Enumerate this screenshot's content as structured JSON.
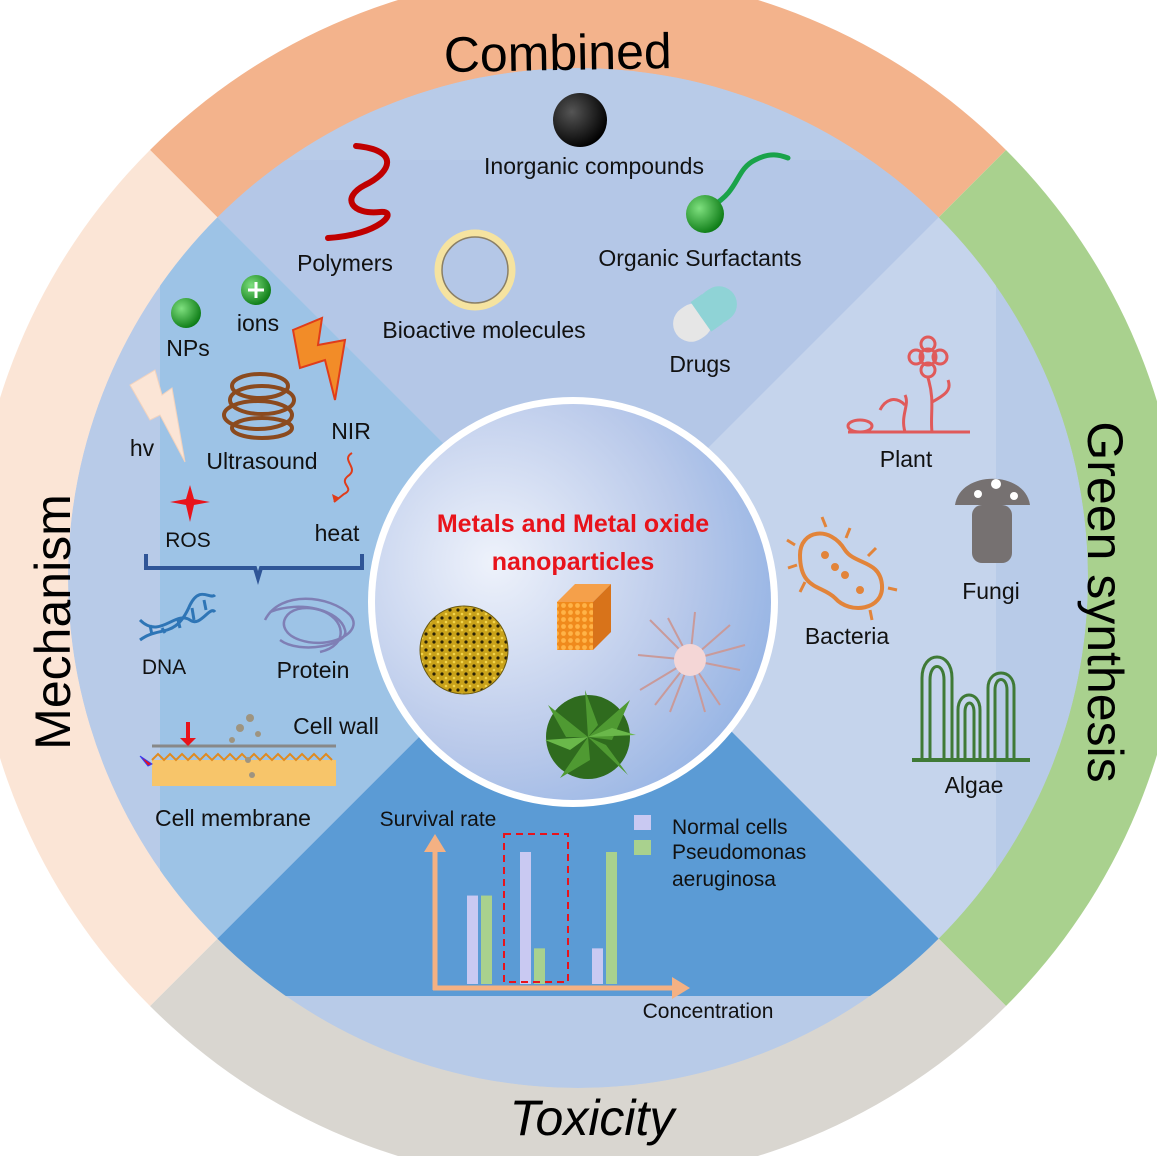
{
  "center": {
    "line1": "Metals and Metal oxide",
    "line2": "nanoparticles"
  },
  "ring": {
    "top": "Combined",
    "right": "Green synthesis",
    "bottom": "Toxicity",
    "left": "Mechanism"
  },
  "combined": {
    "inorganic": "Inorganic compounds",
    "polymers": "Polymers",
    "surfactants": "Organic  Surfactants",
    "bioactive": "Bioactive molecules",
    "drugs": "Drugs"
  },
  "green": {
    "plant": "Plant",
    "fungi": "Fungi",
    "bacteria": "Bacteria",
    "algae": "Algae"
  },
  "mechanism": {
    "nps": "NPs",
    "ions": "ions",
    "hv": "hv",
    "nir": "NIR",
    "ultrasound": "Ultrasound",
    "ros": "ROS",
    "heat": "heat",
    "dna": "DNA",
    "protein": "Protein",
    "cell_wall": "Cell wall",
    "cell_membrane": "Cell membrane"
  },
  "toxicity": {
    "ylabel": "Survival rate",
    "xlabel": "Concentration",
    "legend": [
      "Normal cells",
      "Pseudomonas",
      "aeruginosa"
    ]
  },
  "chart_data": {
    "type": "bar",
    "xlabel": "Concentration",
    "ylabel": "Survival rate",
    "series": [
      {
        "name": "Normal cells",
        "color": "#c9c9f2",
        "values": [
          0.67,
          1.0,
          0.27
        ]
      },
      {
        "name": "Pseudomonas aeruginosa",
        "color": "#a9d18e",
        "values": [
          0.67,
          0.27,
          1.0
        ]
      }
    ],
    "highlight_group": 1
  },
  "colors": {
    "combined_ring": "#f3b38c",
    "green_ring": "#a9d18e",
    "toxicity_ring": "#d9d6d0",
    "mechanism_ring": "#fbe5d6",
    "title_red": "#e8131b"
  }
}
